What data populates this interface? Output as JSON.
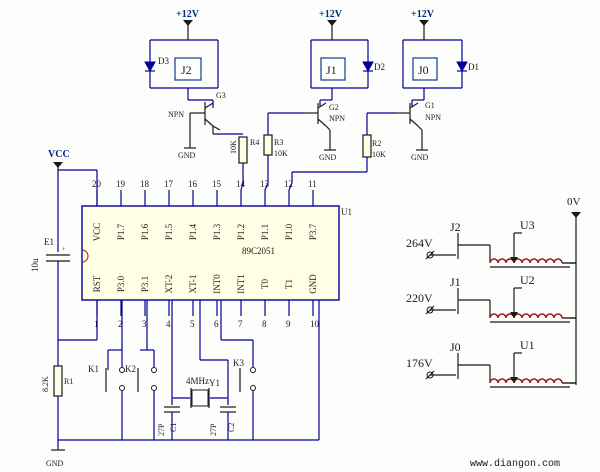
{
  "power": {
    "vcc": "+12V",
    "vcc_label": "VCC",
    "gnd": "GND",
    "zero_v": "0V"
  },
  "relays": [
    {
      "name": "J2",
      "diode": "D3",
      "transistor": "G3",
      "type": "NPN",
      "resistor": "R4",
      "res_value": "10K"
    },
    {
      "name": "J1",
      "diode": "D2",
      "transistor": "G2",
      "type": "NPN",
      "resistor": "R3",
      "res_value": "10K"
    },
    {
      "name": "J0",
      "diode": "D1",
      "transistor": "G1",
      "type": "NPN",
      "resistor": "R2",
      "res_value": "10K"
    }
  ],
  "mcu": {
    "name": "89C2051",
    "ref": "U1",
    "top_pin_numbers": [
      "20",
      "19",
      "18",
      "17",
      "16",
      "15",
      "14",
      "13",
      "12",
      "11"
    ],
    "top_pin_names": [
      "VCC",
      "P1.7",
      "P1.6",
      "P1.5",
      "P1.4",
      "P1.3",
      "P1.2",
      "P1.1",
      "P1.0",
      "P3.7"
    ],
    "bottom_pin_names": [
      "RST",
      "P3.0",
      "P3.1",
      "XT-2",
      "XT-1",
      "INT0",
      "INT1",
      "T0",
      "T1",
      "GND"
    ],
    "bottom_pin_numbers": [
      "1",
      "2",
      "3",
      "4",
      "5",
      "6",
      "7",
      "8",
      "9",
      "10"
    ]
  },
  "parts": {
    "e1": "E1",
    "e1_value": "10u",
    "r1": "R1",
    "r1_value": "8.2K",
    "k1": "K1",
    "k2": "K2",
    "k3": "K3",
    "y1": "Y1",
    "crystal": "4MHz",
    "c1": "C1",
    "c2": "C2",
    "c_value": "27P"
  },
  "transformer": [
    {
      "voltage": "264V",
      "relay": "J2",
      "coil": "U3"
    },
    {
      "voltage": "220V",
      "relay": "J1",
      "coil": "U2"
    },
    {
      "voltage": "176V",
      "relay": "J0",
      "coil": "U1"
    }
  ],
  "watermark": "www.diangon.com"
}
